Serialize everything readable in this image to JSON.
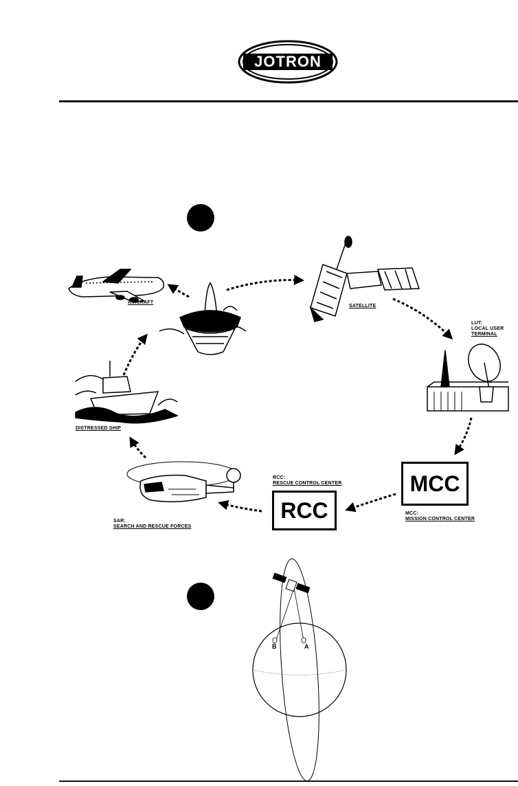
{
  "logo": {
    "text": "JOTRON"
  },
  "step_markers": [
    {
      "name": "step-1-marker"
    },
    {
      "name": "step-2-marker"
    }
  ],
  "nodes": {
    "aircraft": {
      "label": "AIRCRAFT"
    },
    "satellite": {
      "label": "SATELLITE"
    },
    "lut": {
      "label_line1": "LUT:",
      "label_line2": "LOCAL USER",
      "label_line3": "TERMINAL"
    },
    "mcc": {
      "box_text": "MCC",
      "label_line1": "MCC:",
      "label_line2": "MISSION CONTROL CENTER"
    },
    "rcc": {
      "box_text": "RCC",
      "label_line1": "RCC:",
      "label_line2": "RESCUE CONTROL CENTER"
    },
    "sar": {
      "label_line1": "SAR:",
      "label_line2": "SEARCH AND RESCUE FORCES"
    },
    "ship": {
      "label": "DISTRESSED SHIP"
    }
  },
  "orbit_diagram": {
    "point_a": "A",
    "point_b": "B"
  },
  "flow_order": [
    "beacon",
    "satellite",
    "lut",
    "mcc",
    "rcc",
    "sar",
    "ship",
    "beacon",
    "aircraft"
  ]
}
